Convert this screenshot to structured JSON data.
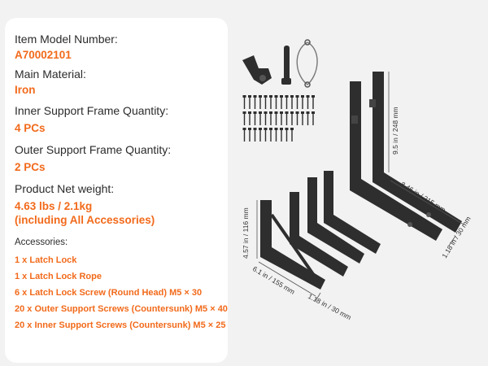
{
  "specs": {
    "model_label": "Item Model Number:",
    "model_value": "A70002101",
    "material_label": "Main Material:",
    "material_value": "Iron",
    "inner_label": "Inner Support Frame Quantity:",
    "inner_value": "4 PCs",
    "outer_label": "Outer Support Frame Quantity:",
    "outer_value": "2 PCs",
    "weight_label": "Product Net weight:",
    "weight_value_1": "4.63 lbs / 2.1kg",
    "weight_value_2": "(including All Accessories)"
  },
  "accessories": {
    "title": "Accessories:",
    "items": [
      "1 x Latch Lock",
      "1 x Latch Lock Rope",
      "6 x Latch Lock Screw (Round Head) M5 × 30",
      "20 x Outer Support Screws (Countersunk) M5 × 40",
      "20 x Inner Support Screws (Countersunk) M5 × 25"
    ]
  },
  "dimensions": {
    "outer_height": "9.5 in / 248 mm",
    "outer_length": "8.46 in / 215 mm",
    "outer_width": "1.18 in / 30 mm",
    "inner_height": "4.57 in / 116 mm",
    "inner_length": "6.1 in / 155 mm",
    "inner_width": "1.18 in / 30 mm"
  },
  "colors": {
    "accent": "#f26a1b",
    "metal": "#2e2e2e"
  }
}
